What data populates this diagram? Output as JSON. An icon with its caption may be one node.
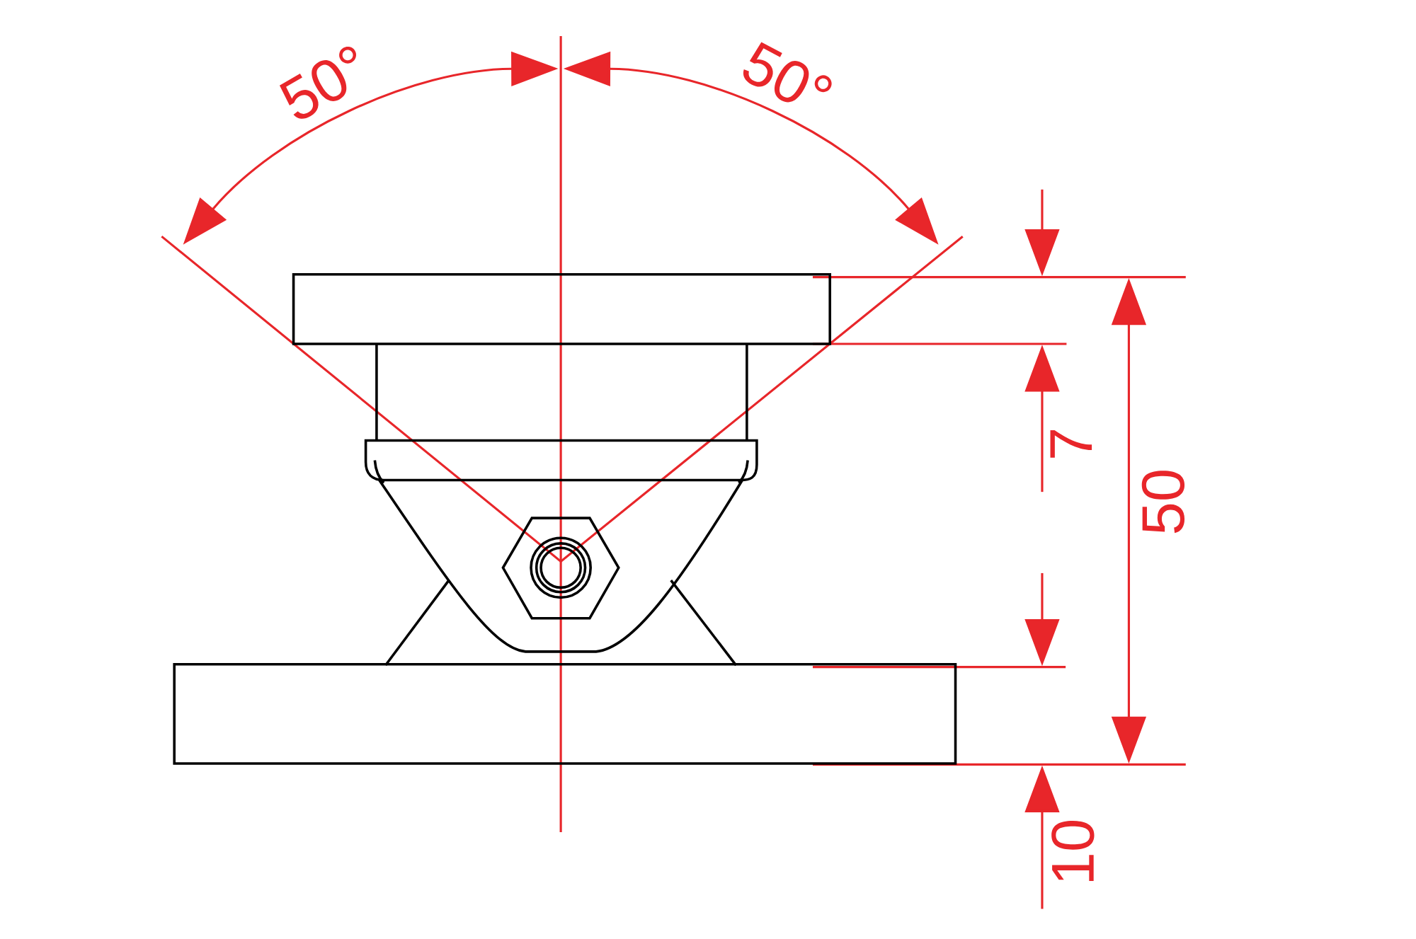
{
  "diagram": {
    "labels": [
      "50°",
      "50°",
      "7",
      "50",
      "10"
    ]
  }
}
